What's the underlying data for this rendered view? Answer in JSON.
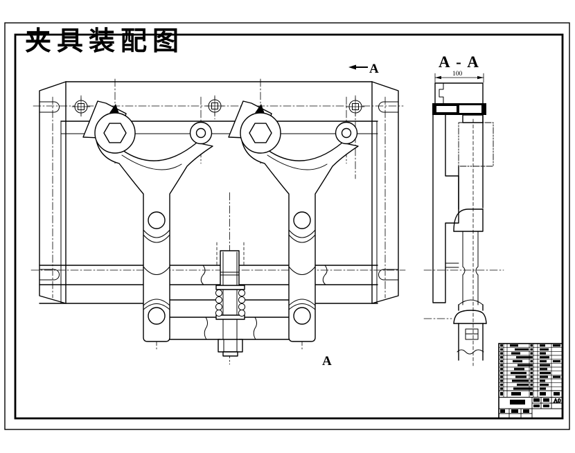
{
  "drawing": {
    "title": "夹具装配图",
    "title_color": "#ee0000",
    "line_color": "#000000",
    "background": "#ffffff"
  },
  "section_view": {
    "title": "A - A",
    "dimension": "100"
  },
  "cut_labels": {
    "top_arrow_label": "A",
    "bottom_label": "A"
  },
  "title_block": {
    "paper_size": "A0",
    "parts_rows": 12
  }
}
